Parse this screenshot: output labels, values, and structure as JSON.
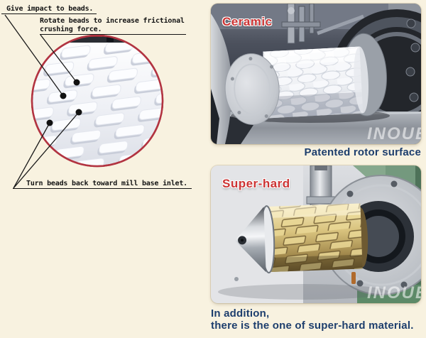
{
  "colors": {
    "background": "#f8f2e0",
    "circle_border": "#b23441",
    "callout_text": "#141414",
    "caption_text": "#1d3e6d",
    "tag_text": "#cc3333",
    "ceramic_rotor": "#e9ebef",
    "superhard_rotor": "#c9b070"
  },
  "diagram": {
    "callouts": {
      "give_impact": "Give impact to beads.",
      "rotate_line1": "Rotate beads to increase frictional",
      "rotate_line2": "crushing force.",
      "turn_back": "Turn beads back toward mill base inlet."
    }
  },
  "figures": {
    "ceramic": {
      "tag": "Ceramic",
      "caption": "Patented rotor surface",
      "watermark": "INOUE"
    },
    "super_hard": {
      "tag": "Super-hard",
      "caption_line1": "In addition,",
      "caption_line2": "there is the one of super-hard material.",
      "watermark": "INOUE"
    }
  }
}
